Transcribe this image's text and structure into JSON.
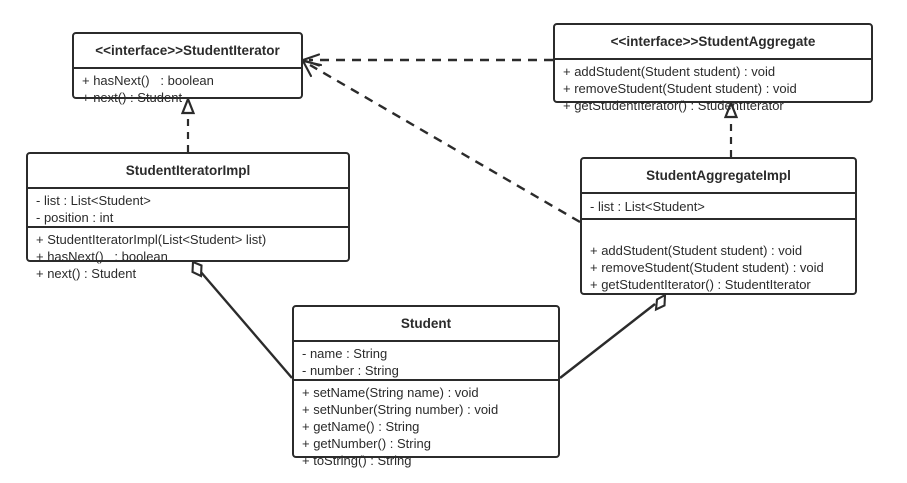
{
  "diagram": {
    "kind": "UML class diagram",
    "pattern": "Iterator",
    "colors": {
      "stroke": "#2b2b2b",
      "fill": "#ffffff",
      "background": "#ffffff"
    }
  },
  "classes": {
    "student_iterator": {
      "name": "<<interface>>StudentIterator",
      "stereotype": "<<interface>>",
      "type_name": "StudentIterator",
      "attributes": [],
      "methods": [
        "+ hasNext()   : boolean",
        "+ next() : Student"
      ]
    },
    "student_aggregate": {
      "name": "<<interface>>StudentAggregate",
      "stereotype": "<<interface>>",
      "type_name": "StudentAggregate",
      "attributes": [],
      "methods": [
        "+ addStudent(Student student) : void",
        "+ removeStudent(Student student) : void",
        "+ getStudentIterator() : StudentIterator"
      ]
    },
    "student_iterator_impl": {
      "name": "StudentIteratorImpl",
      "attributes": [
        "- list : List<Student>",
        "- position : int"
      ],
      "methods": [
        "+ StudentIteratorImpl(List<Student> list)",
        "+ hasNext()   : boolean",
        "+ next() : Student"
      ]
    },
    "student_aggregate_impl": {
      "name": "StudentAggregateImpl",
      "attributes": [
        "- list : List<Student>"
      ],
      "methods": [
        "+ addStudent(Student student) : void",
        "+ removeStudent(Student student) : void",
        "+ getStudentIterator() : StudentIterator"
      ]
    },
    "student": {
      "name": "Student",
      "attributes": [
        "- name : String",
        "- number : String"
      ],
      "methods": [
        "+ setName(String name) : void",
        "+ setNunber(String number) : void",
        "+ getName() : String",
        "+ getNumber() : String",
        "+ toString() : String"
      ]
    }
  },
  "relationships": [
    {
      "id": "rel-realization-iterator",
      "type": "realization",
      "label": "",
      "from": "StudentIteratorImpl",
      "to": "StudentIterator",
      "line": "dashed",
      "arrow": "hollow-triangle"
    },
    {
      "id": "rel-realization-aggregate",
      "type": "realization",
      "label": "",
      "from": "StudentAggregateImpl",
      "to": "StudentAggregate",
      "line": "dashed",
      "arrow": "hollow-triangle"
    },
    {
      "id": "rel-dependency-aggregate-iterator",
      "type": "dependency",
      "label": "",
      "from": "StudentAggregate",
      "to": "StudentIterator",
      "line": "dashed",
      "arrow": "open"
    },
    {
      "id": "rel-dependency-aggregateimpl-iterator",
      "type": "dependency",
      "label": "",
      "from": "StudentAggregateImpl",
      "to": "StudentIterator",
      "line": "dashed",
      "arrow": "open"
    },
    {
      "id": "rel-aggregation-iteratorimpl-student",
      "type": "aggregation",
      "label": "",
      "from": "StudentIteratorImpl",
      "to": "Student",
      "line": "solid",
      "arrow": "hollow-diamond"
    },
    {
      "id": "rel-aggregation-aggregateimpl-student",
      "type": "aggregation",
      "label": "",
      "from": "StudentAggregateImpl",
      "to": "Student",
      "line": "solid",
      "arrow": "hollow-diamond"
    }
  ]
}
